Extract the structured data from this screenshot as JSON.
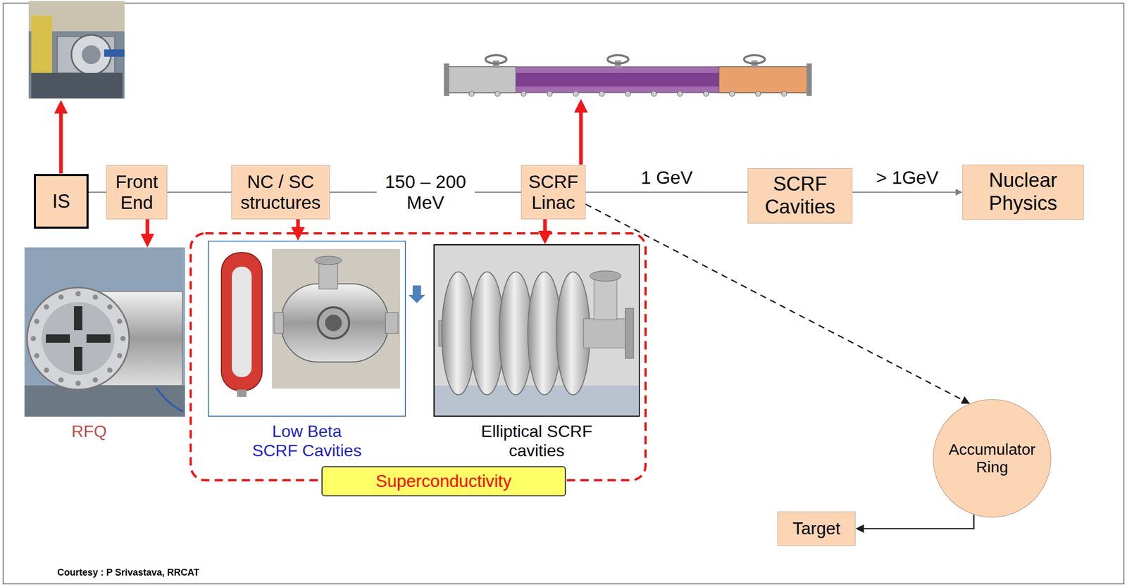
{
  "diagram": {
    "nodes": [
      {
        "text": [
          "IS"
        ]
      },
      {
        "text": [
          "Front End"
        ]
      },
      {
        "text": [
          "NC / SC structures"
        ]
      },
      {
        "text": [
          "SCRF Linac"
        ]
      },
      {
        "text": [
          "SCRF Cavities"
        ]
      },
      {
        "text": [
          "Nuclear Physics"
        ]
      },
      {
        "text": [
          "RFQ"
        ]
      },
      {
        "text": [
          "Low Beta SCRF Cavities"
        ]
      },
      {
        "text": [
          "Elliptical SCRF cavities"
        ]
      },
      {
        "text": [
          "Superconductivity"
        ]
      },
      {
        "text": [
          "Accumulator Ring"
        ]
      },
      {
        "text": [
          "Target"
        ]
      }
    ],
    "edges": [
      {
        "from": 0,
        "to": 1,
        "arrow": "none"
      },
      {
        "from": 1,
        "to": 2,
        "arrow": "none"
      },
      {
        "from": 2,
        "to": 3,
        "label": "150 – 200 MeV",
        "arrow": "none"
      },
      {
        "from": 3,
        "to": 4,
        "label": "1 GeV",
        "arrow": "none"
      },
      {
        "from": 4,
        "to": 5,
        "label": "> 1GeV",
        "arrow": "to"
      },
      {
        "from": 3,
        "to": 10,
        "arrow": "to"
      },
      {
        "from": 10,
        "to": 11,
        "arrow": "to"
      },
      {
        "from": 1,
        "to": 6,
        "arrow": "to"
      },
      {
        "from": 2,
        "to": 7,
        "arrow": "to"
      },
      {
        "from": 3,
        "to": 8,
        "arrow": "to"
      }
    ],
    "labels": [
      "Courtesy : P Srivastava, RRCAT"
    ]
  }
}
